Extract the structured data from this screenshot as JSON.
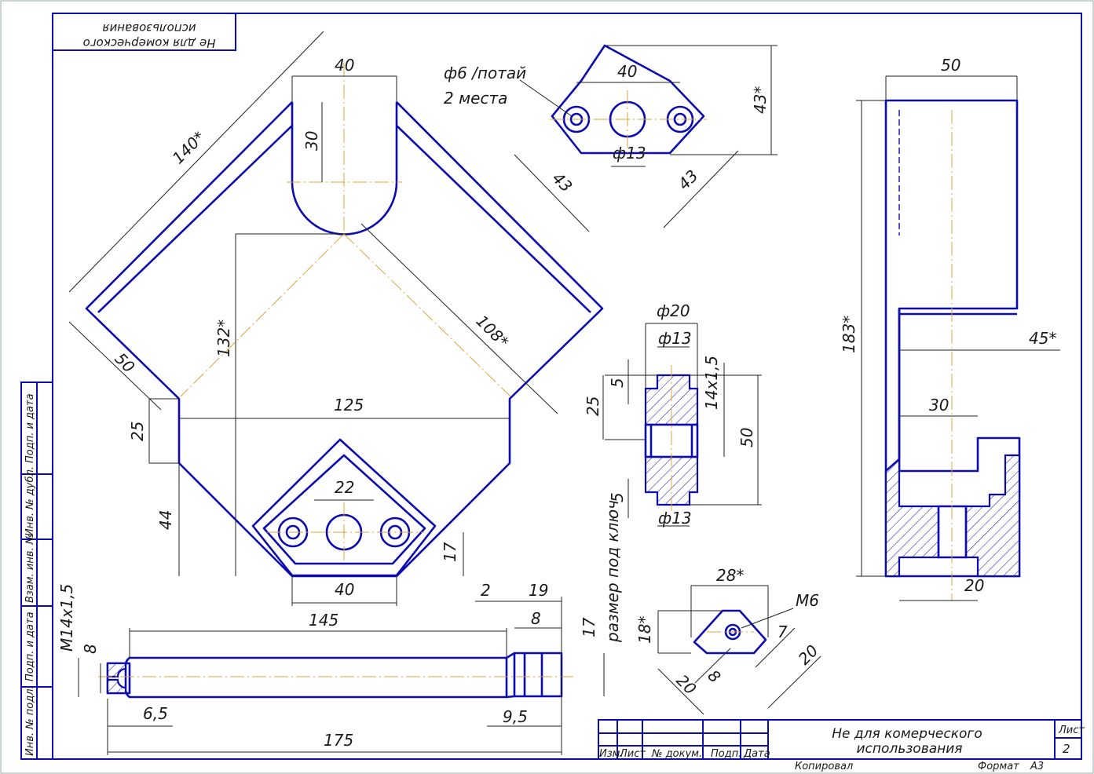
{
  "stamp_top": {
    "line1": "Не для комерческого",
    "line2": "использования"
  },
  "left_strip": [
    "Инв. № подл.",
    "Подп. и дата",
    "Взам. инв. №",
    "Инв. № дубл.",
    "Подп. и дата"
  ],
  "title_block": {
    "title_line1": "Не для комерческого",
    "title_line2": "использования",
    "headers": [
      "Изм.",
      "Лист",
      "№ докум.",
      "Подп.",
      "Дата"
    ],
    "sheet_label": "Лист",
    "sheet_number": "2",
    "copied": "Копировал",
    "format": "Формат",
    "format_value": "A3"
  },
  "view_main": {
    "dims": [
      "40",
      "30",
      "140*",
      "108*",
      "132*",
      "50",
      "125",
      "25",
      "44",
      "22",
      "40",
      "17"
    ]
  },
  "view_plate": {
    "note1": "ф6 /потай",
    "note2": "2 места",
    "dims": [
      "40",
      "43*",
      "ф13",
      "43",
      "43"
    ]
  },
  "view_nut": {
    "dims": [
      "ф20",
      "ф13",
      "14x1,5",
      "25",
      "5",
      "50",
      "5",
      "ф13"
    ]
  },
  "view_side": {
    "dims": [
      "50",
      "183*",
      "45*",
      "30",
      "20"
    ]
  },
  "view_screw": {
    "dims": [
      "M14x1,5",
      "8",
      "145",
      "2",
      "19",
      "8",
      "17",
      "6,5",
      "9,5",
      "175"
    ],
    "note": "размер под ключ"
  },
  "view_jaw": {
    "dims": [
      "28*",
      "M6",
      "18*",
      "7",
      "20",
      "8",
      "20"
    ]
  }
}
